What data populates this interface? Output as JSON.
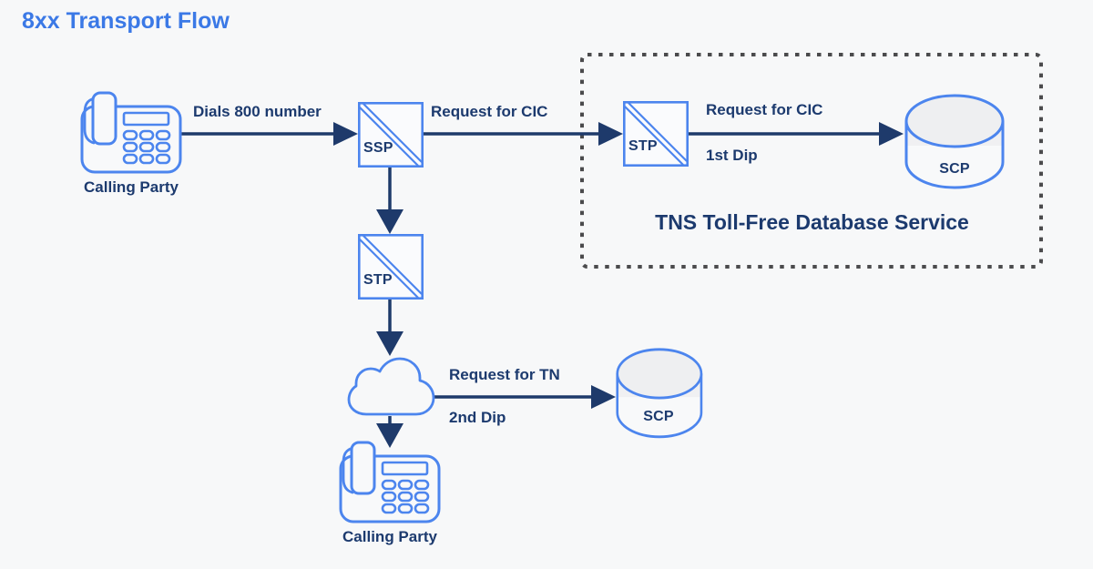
{
  "title": "8xx Transport Flow",
  "diagram": {
    "nodes": {
      "calling_party_top": "Calling Party",
      "ssp": "SSP",
      "stp_mid": "STP",
      "stp_tns": "STP",
      "scp_tns": "SCP",
      "scp_main": "SCP",
      "calling_party_bottom": "Calling Party"
    },
    "edges": {
      "dials_800": "Dials 800 number",
      "request_cic_outer": "Request for CIC",
      "request_cic_inner": "Request for CIC",
      "first_dip": "1st Dip",
      "request_tn": "Request for TN",
      "second_dip": "2nd Dip"
    },
    "tns_box_title": "TNS Toll-Free Database Service"
  },
  "icons": {
    "phone": "desk-phone-icon",
    "switch": "telecom-switch-icon",
    "cloud": "network-cloud-icon",
    "database": "database-cylinder-icon"
  },
  "colors": {
    "background": "#f7f8f9",
    "accent_blue": "#3b79e6",
    "shape_blue": "#4c85ee",
    "navy_text": "#1c3a6e",
    "arrow_navy": "#1e3a6b",
    "dashed_border_gray": "#4b4b4d",
    "cylinder_fill": "#f0f0f2"
  }
}
